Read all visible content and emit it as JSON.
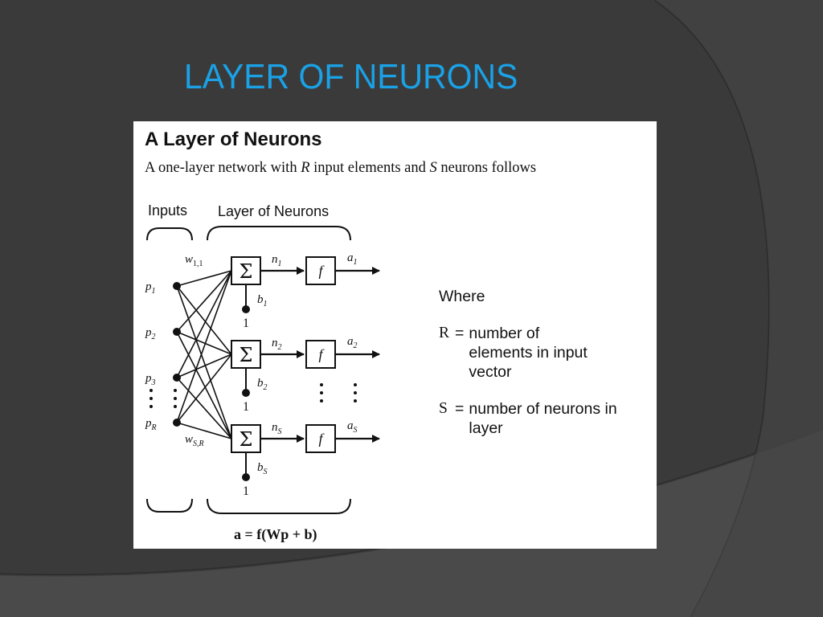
{
  "slide": {
    "title": "LAYER OF NEURONS"
  },
  "figure": {
    "heading": "A Layer of Neurons",
    "description": {
      "prefix": "A one-layer network with ",
      "r": "R",
      "middle": " input elements and ",
      "s": "S",
      "suffix": " neurons follows"
    },
    "diagram": {
      "inputs_label": "Inputs",
      "layer_label": "Layer of Neurons",
      "inputs": [
        "p1",
        "p2",
        "p3",
        "pR"
      ],
      "weight_first": "w1,1",
      "weight_last": "wS,R",
      "neurons": [
        {
          "sum": "Σ",
          "net": "n1",
          "transfer": "f",
          "output": "a1",
          "bias": "b1",
          "bias_input": "1"
        },
        {
          "sum": "Σ",
          "net": "n2",
          "transfer": "f",
          "output": "a2",
          "bias": "b2",
          "bias_input": "1"
        },
        {
          "sum": "Σ",
          "net": "nS",
          "transfer": "f",
          "output": "aS",
          "bias": "bS",
          "bias_input": "1"
        }
      ],
      "equation": "a = f(Wp + b)"
    },
    "legend": {
      "where": "Where",
      "items": [
        {
          "var": "R",
          "eq": "=",
          "text": "number of elements in input vector"
        },
        {
          "var": "S",
          "eq": "=",
          "text": "number of neurons in layer"
        }
      ]
    }
  },
  "colors": {
    "background": "#3a3a3a",
    "title": "#1aa1e6",
    "figure_bg": "#ffffff",
    "ink": "#111111"
  }
}
